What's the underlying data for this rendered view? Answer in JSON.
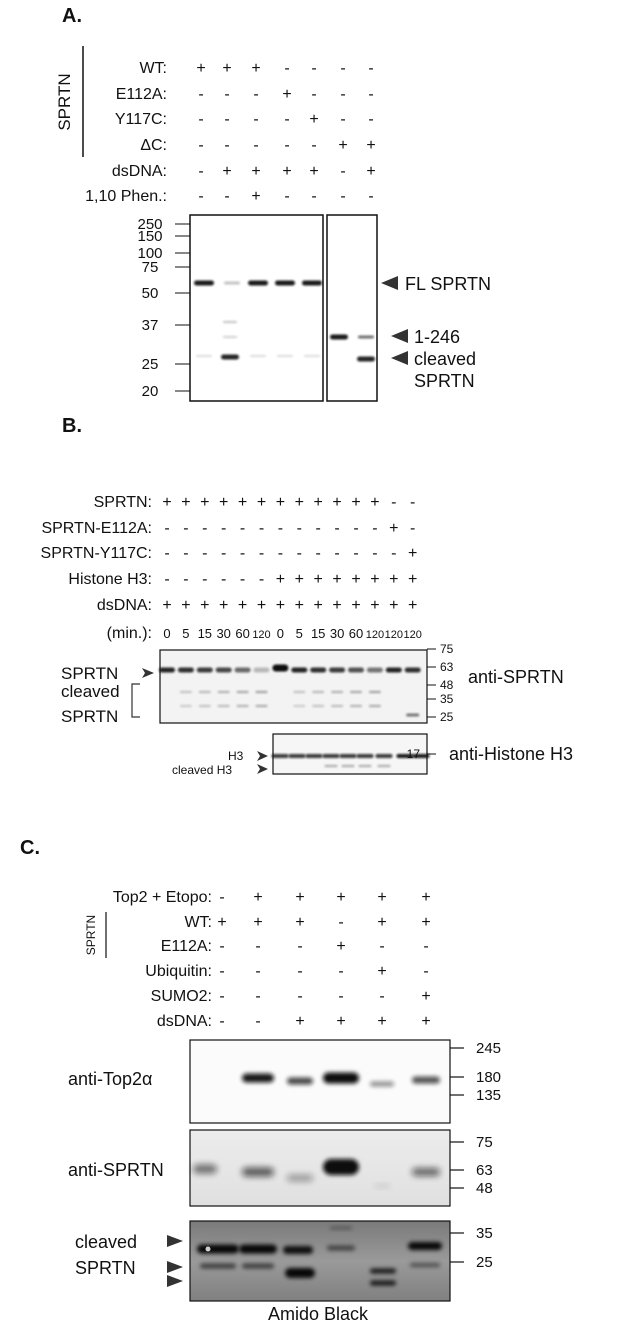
{
  "panel_a": {
    "letter": "A.",
    "group_label": "SPRTN",
    "rows": [
      {
        "label": "WT:",
        "signs": [
          "+",
          "+",
          "+",
          "-",
          "-",
          "-",
          "-"
        ]
      },
      {
        "label": "E112A:",
        "signs": [
          "-",
          "-",
          "-",
          "+",
          "-",
          "-",
          "-"
        ]
      },
      {
        "label": "Y117C:",
        "signs": [
          "-",
          "-",
          "-",
          "-",
          "+",
          "-",
          "-"
        ]
      },
      {
        "label": "ΔC:",
        "signs": [
          "-",
          "-",
          "-",
          "-",
          "-",
          "+",
          "+"
        ]
      },
      {
        "label": "dsDNA:",
        "signs": [
          "-",
          "+",
          "+",
          "+",
          "+",
          "-",
          "+"
        ]
      },
      {
        "label": "1,10 Phen.:",
        "signs": [
          "-",
          "-",
          "+",
          "-",
          "-",
          "-",
          "-"
        ]
      }
    ],
    "markers": [
      "250",
      "150",
      "100",
      "75",
      "50",
      "37",
      "25",
      "20"
    ],
    "annotations": [
      "FL SPRTN",
      "1-246",
      "cleaved",
      "SPRTN"
    ]
  },
  "panel_b": {
    "letter": "B.",
    "rows": [
      {
        "label": "SPRTN:",
        "signs": [
          "+",
          "+",
          "+",
          "+",
          "+",
          "+",
          "+",
          "+",
          "+",
          "+",
          "+",
          "+",
          "-",
          "-"
        ]
      },
      {
        "label": "SPRTN-E112A:",
        "signs": [
          "-",
          "-",
          "-",
          "-",
          "-",
          "-",
          "-",
          "-",
          "-",
          "-",
          "-",
          "-",
          "+",
          "-"
        ]
      },
      {
        "label": "SPRTN-Y117C:",
        "signs": [
          "-",
          "-",
          "-",
          "-",
          "-",
          "-",
          "-",
          "-",
          "-",
          "-",
          "-",
          "-",
          "-",
          "+"
        ]
      },
      {
        "label": "Histone H3:",
        "signs": [
          "-",
          "-",
          "-",
          "-",
          "-",
          "-",
          "+",
          "+",
          "+",
          "+",
          "+",
          "+",
          "+",
          "+"
        ]
      },
      {
        "label": "dsDNA:",
        "signs": [
          "+",
          "+",
          "+",
          "+",
          "+",
          "+",
          "+",
          "+",
          "+",
          "+",
          "+",
          "+",
          "+",
          "+"
        ]
      }
    ],
    "time_label": "(min.):",
    "times": [
      "0",
      "5",
      "15",
      "30",
      "60",
      "120",
      "0",
      "5",
      "15",
      "30",
      "60",
      "120",
      "120",
      "120"
    ],
    "markers": [
      "75",
      "63",
      "48",
      "35",
      "25"
    ],
    "h3_marker": "17",
    "left_labels": [
      "SPRTN",
      "cleaved",
      "SPRTN",
      "H3",
      "cleaved H3"
    ],
    "right_labels": [
      "anti-SPRTN",
      "anti-Histone H3"
    ]
  },
  "panel_c": {
    "letter": "C.",
    "group_label": "SPRTN",
    "rows": [
      {
        "label": "Top2 + Etopo:",
        "signs": [
          "-",
          "+",
          "+",
          "+",
          "+",
          "+"
        ]
      },
      {
        "label": "WT:",
        "signs": [
          "+",
          "+",
          "+",
          "-",
          "+",
          "+"
        ]
      },
      {
        "label": "E112A:",
        "signs": [
          "-",
          "-",
          "-",
          "+",
          "-",
          "-"
        ]
      },
      {
        "label": "Ubiquitin:",
        "signs": [
          "-",
          "-",
          "-",
          "-",
          "+",
          "-"
        ]
      },
      {
        "label": "SUMO2:",
        "signs": [
          "-",
          "-",
          "-",
          "-",
          "-",
          "+"
        ]
      },
      {
        "label": "dsDNA:",
        "signs": [
          "-",
          "-",
          "+",
          "+",
          "+",
          "+"
        ]
      }
    ],
    "blot1_label": "anti-Top2α",
    "blot1_markers": [
      "245",
      "180",
      "135"
    ],
    "blot2_label": "anti-SPRTN",
    "blot2_markers": [
      "75",
      "63",
      "48"
    ],
    "blot3_labels": [
      "cleaved",
      "SPRTN"
    ],
    "blot3_markers": [
      "35",
      "25"
    ],
    "footer": "Amido Black"
  }
}
